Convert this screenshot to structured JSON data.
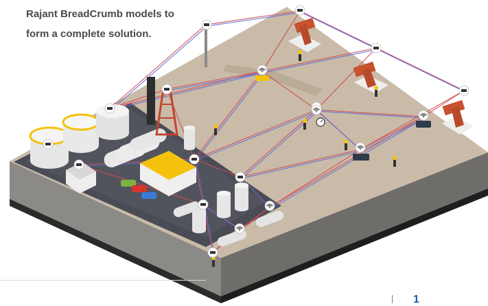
{
  "caption": {
    "line1": "Rajant BreadCrumb models to",
    "line2": "form a complete solution."
  },
  "page_number": "1",
  "colors": {
    "ground_top": "#c9bba8",
    "ground_front": "#8c8a86",
    "ground_side": "#6f6d6a",
    "asphalt": "#4a4c55",
    "link_red": "#d24a52",
    "link_blue": "#5a6fd8",
    "brand_yellow": "#f4c20d",
    "brand_red": "#d8342c",
    "page_number": "#1f5ea8"
  },
  "icons": [
    "camera-icon",
    "wifi-icon",
    "oil-pump-icon",
    "storage-tank-icon",
    "drilling-rig-icon",
    "tanker-truck-icon",
    "car-icon",
    "worker-icon",
    "gauge-icon",
    "antenna-mast-icon"
  ]
}
